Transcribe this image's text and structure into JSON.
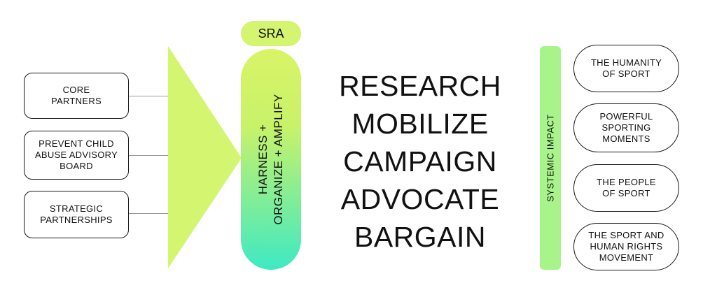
{
  "inputs": [
    {
      "label": "CORE\nPARTNERS"
    },
    {
      "label": "PREVENT CHILD\nABUSE ADVISORY\nBOARD"
    },
    {
      "label": "STRATEGIC\nPARTNERSHIPS"
    }
  ],
  "hub": {
    "title": "SRA",
    "text": "HARNESS +\nORGANIZE + AMPLIFY"
  },
  "actions": [
    "RESEARCH",
    "MOBILIZE",
    "CAMPAIGN",
    "ADVOCATE",
    "BARGAIN"
  ],
  "impact": {
    "label": "SYSTEMIC IMPACT"
  },
  "outcomes": [
    {
      "label": "THE HUMANITY\nOF SPORT"
    },
    {
      "label": "POWERFUL\nSPORTING\nMOMENTS"
    },
    {
      "label": "THE PEOPLE\nOF SPORT"
    },
    {
      "label": "THE SPORT AND\nHUMAN RIGHTS\nMOVEMENT"
    }
  ],
  "colors": {
    "funnel": "#d4f56f",
    "capsule_top": "#d9f466",
    "capsule_bottom": "#3ee9c4",
    "impact_bar": "#a9f48a"
  }
}
